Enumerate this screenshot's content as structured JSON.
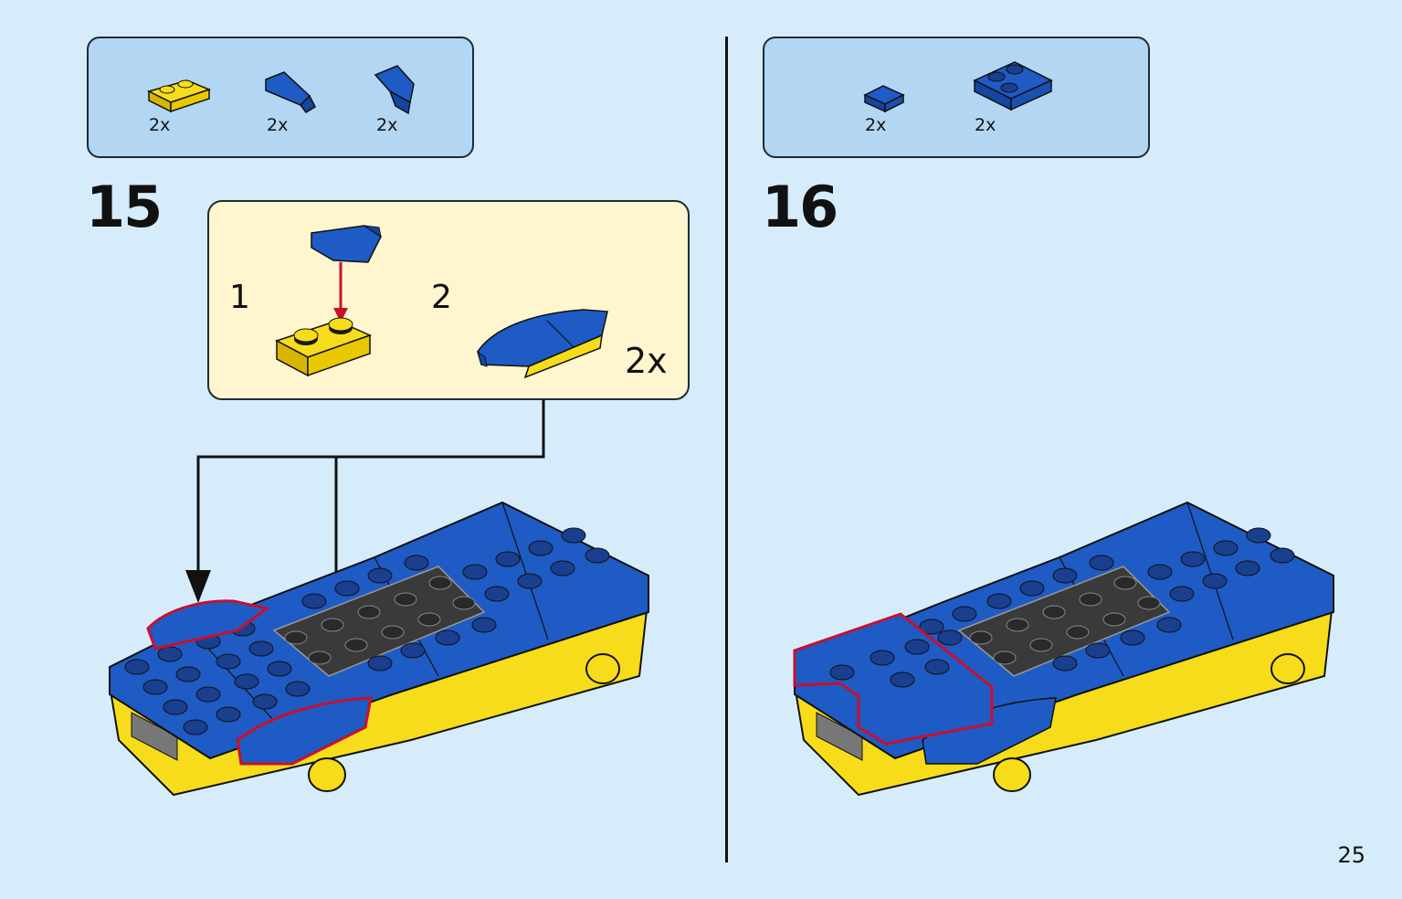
{
  "step15": {
    "number": "15",
    "parts": [
      {
        "qty": "2x",
        "icon": "yellow-plate-1x2-icon"
      },
      {
        "qty": "2x",
        "icon": "blue-wedge-left-icon"
      },
      {
        "qty": "2x",
        "icon": "blue-wedge-right-icon"
      }
    ],
    "sub_step_1": "1",
    "sub_step_2": "2",
    "sub_qty": "2x"
  },
  "step16": {
    "number": "16",
    "parts": [
      {
        "qty": "2x",
        "icon": "blue-tile-1x1-icon"
      },
      {
        "qty": "2x",
        "icon": "blue-plate-2x2-icon"
      }
    ]
  },
  "page_number": "25",
  "colors": {
    "background": "#d6ecfb",
    "parts_box": "#b3d6f2",
    "sub_box": "#fff5cf",
    "brick_blue": "#1f5bc4",
    "brick_yellow": "#f7dc1b",
    "highlight_red": "#c8102e"
  }
}
